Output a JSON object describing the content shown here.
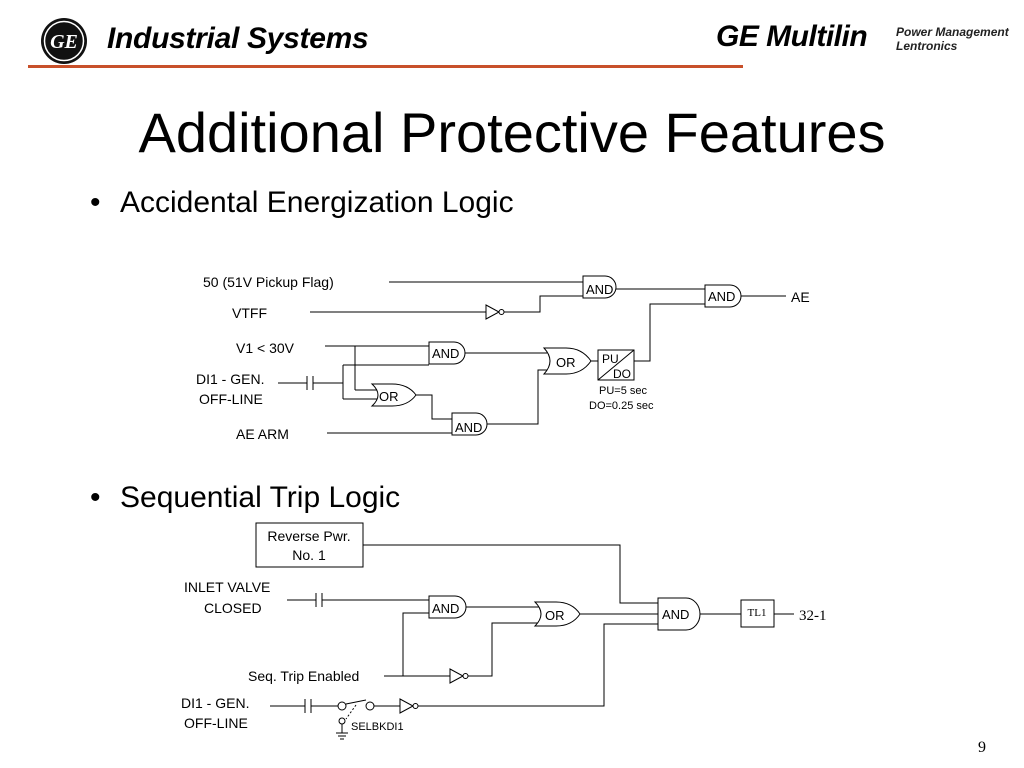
{
  "header": {
    "logo_text": "GE",
    "company": "Industrial Systems",
    "brand": "GE Multilin",
    "brand_tag_1": "Power Management",
    "brand_tag_2": "Lentronics",
    "accent_color": "#c8502a"
  },
  "title": "Additional Protective Features",
  "bullets": [
    "Accidental Energization Logic",
    "Sequential Trip Logic"
  ],
  "ae_logic": {
    "inputs": {
      "pickup": "50 (51V Pickup Flag)",
      "vtff": "VTFF",
      "v1": "V1 < 30V",
      "di1_line1": "DI1 - GEN.",
      "di1_line2": "OFF-LINE",
      "arm": "AE ARM"
    },
    "gates": {
      "and_top": "AND",
      "and_out": "AND",
      "and_mid": "AND",
      "or_mid": "OR",
      "or_right": "OR",
      "and_low": "AND"
    },
    "timer": {
      "pu": "PU",
      "do": "DO",
      "pu_setting": "PU=5 sec",
      "do_setting": "DO=0.25 sec"
    },
    "output": "AE"
  },
  "seq_logic": {
    "reverse_power_line1": "Reverse Pwr.",
    "reverse_power_line2": "No. 1",
    "inlet_line1": "INLET VALVE",
    "inlet_line2": "CLOSED",
    "seq_enabled": "Seq. Trip Enabled",
    "di1_line1": "DI1 - GEN.",
    "di1_line2": "OFF-LINE",
    "selector": "SELBKDI1",
    "gates": {
      "and_left": "AND",
      "or_gate": "OR",
      "and_right": "AND"
    },
    "timer": "TL1",
    "output": "32-1"
  },
  "page_number": "9"
}
